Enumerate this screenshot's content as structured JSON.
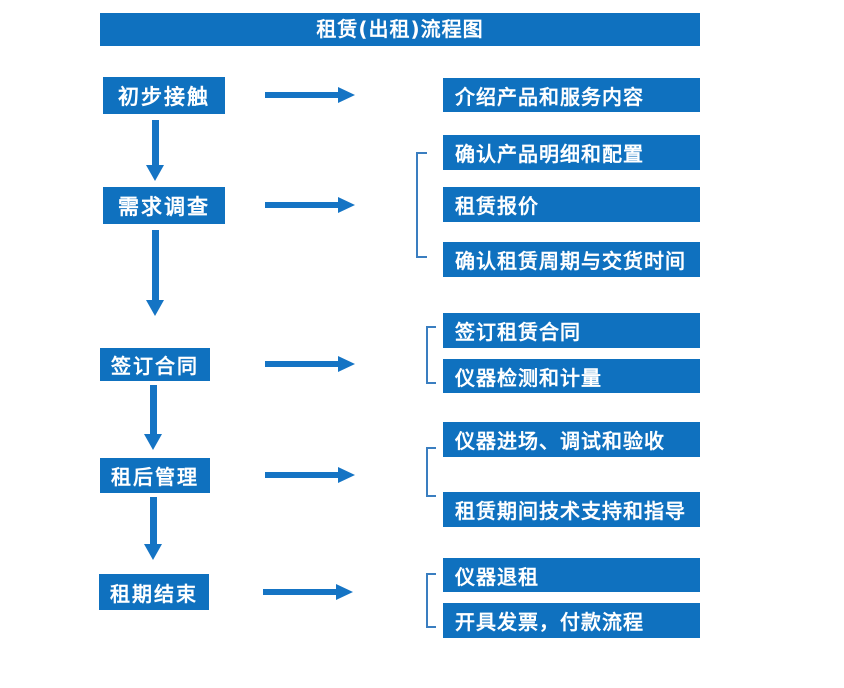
{
  "header": {
    "title": "租赁(出租)流程图"
  },
  "colors": {
    "primary_blue": "#0f71bf",
    "arrow_blue": "#1574c4",
    "bracket_blue": "#3a7ec0",
    "text_white": "#ffffff"
  },
  "left_steps": [
    {
      "label": "初步接触"
    },
    {
      "label": "需求调查"
    },
    {
      "label": "签订合同"
    },
    {
      "label": "租后管理"
    },
    {
      "label": "租期结束"
    }
  ],
  "right_details": [
    {
      "label": "介绍产品和服务内容"
    },
    {
      "label": "确认产品明细和配置"
    },
    {
      "label": "租赁报价"
    },
    {
      "label": "确认租赁周期与交货时间"
    },
    {
      "label": "签订租赁合同"
    },
    {
      "label": "仪器检测和计量"
    },
    {
      "label": "仪器进场、调试和验收"
    },
    {
      "label": "租赁期间技术支持和指导"
    },
    {
      "label": "仪器退租"
    },
    {
      "label": "开具发票，付款流程"
    }
  ],
  "flow": [
    {
      "step": "初步接触",
      "details": [
        "介绍产品和服务内容"
      ]
    },
    {
      "step": "需求调查",
      "details": [
        "确认产品明细和配置",
        "租赁报价",
        "确认租赁周期与交货时间"
      ]
    },
    {
      "step": "签订合同",
      "details": [
        "签订租赁合同",
        "仪器检测和计量"
      ]
    },
    {
      "step": "租后管理",
      "details": [
        "仪器进场、调试和验收",
        "租赁期间技术支持和指导"
      ]
    },
    {
      "step": "租期结束",
      "details": [
        "仪器退租",
        "开具发票，付款流程"
      ]
    }
  ]
}
